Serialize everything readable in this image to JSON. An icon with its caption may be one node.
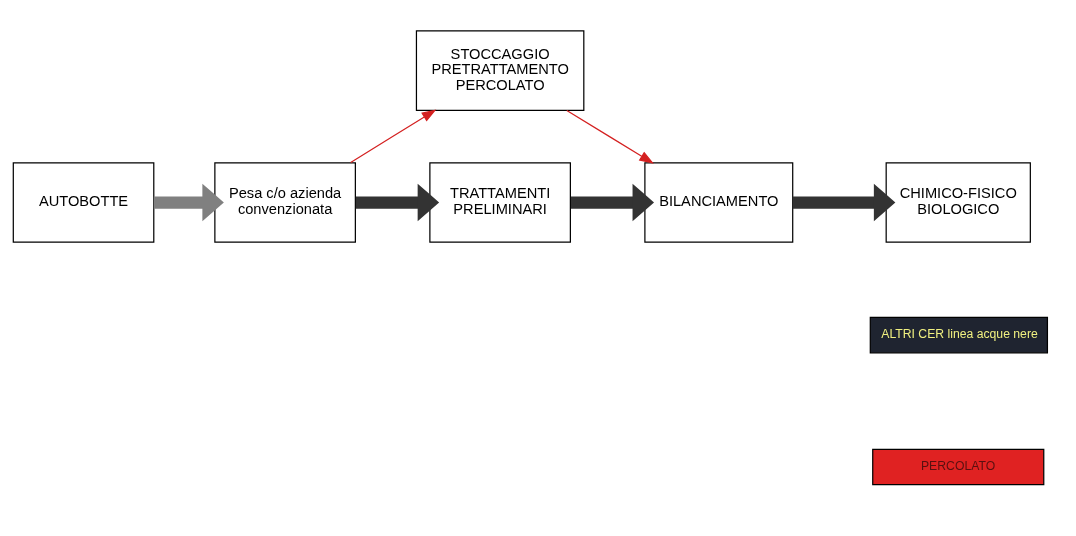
{
  "diagram": {
    "nodes": [
      {
        "text": [
          "AUTOBOTTE"
        ]
      },
      {
        "text": [
          "Pesa c/o azienda convenzionata"
        ]
      },
      {
        "text": [
          "STOCCAGGIO PRETRATTAMENTO PERCOLATO"
        ]
      },
      {
        "text": [
          "TRATTAMENTI PRELIMINARI"
        ]
      },
      {
        "text": [
          "BILANCIAMENTO"
        ]
      },
      {
        "text": [
          "CHIMICO-FISICO BIOLOGICO"
        ]
      }
    ],
    "edges": [
      {
        "from": 0,
        "to": 1,
        "arrow": "to",
        "color": "#808080"
      },
      {
        "from": 1,
        "to": 3,
        "arrow": "to"
      },
      {
        "from": 3,
        "to": 4,
        "arrow": "to"
      },
      {
        "from": 4,
        "to": 5,
        "arrow": "to"
      },
      {
        "from": 1,
        "to": 2,
        "arrow": "to",
        "color": "#d42020"
      },
      {
        "from": 2,
        "to": 4,
        "arrow": "to",
        "color": "#d42020"
      }
    ],
    "legend": [
      {
        "text": "ALTRI CER linea acque nere",
        "color": "#1f2430"
      },
      {
        "text": "PERCOLATO",
        "color": "#e02222"
      }
    ]
  }
}
